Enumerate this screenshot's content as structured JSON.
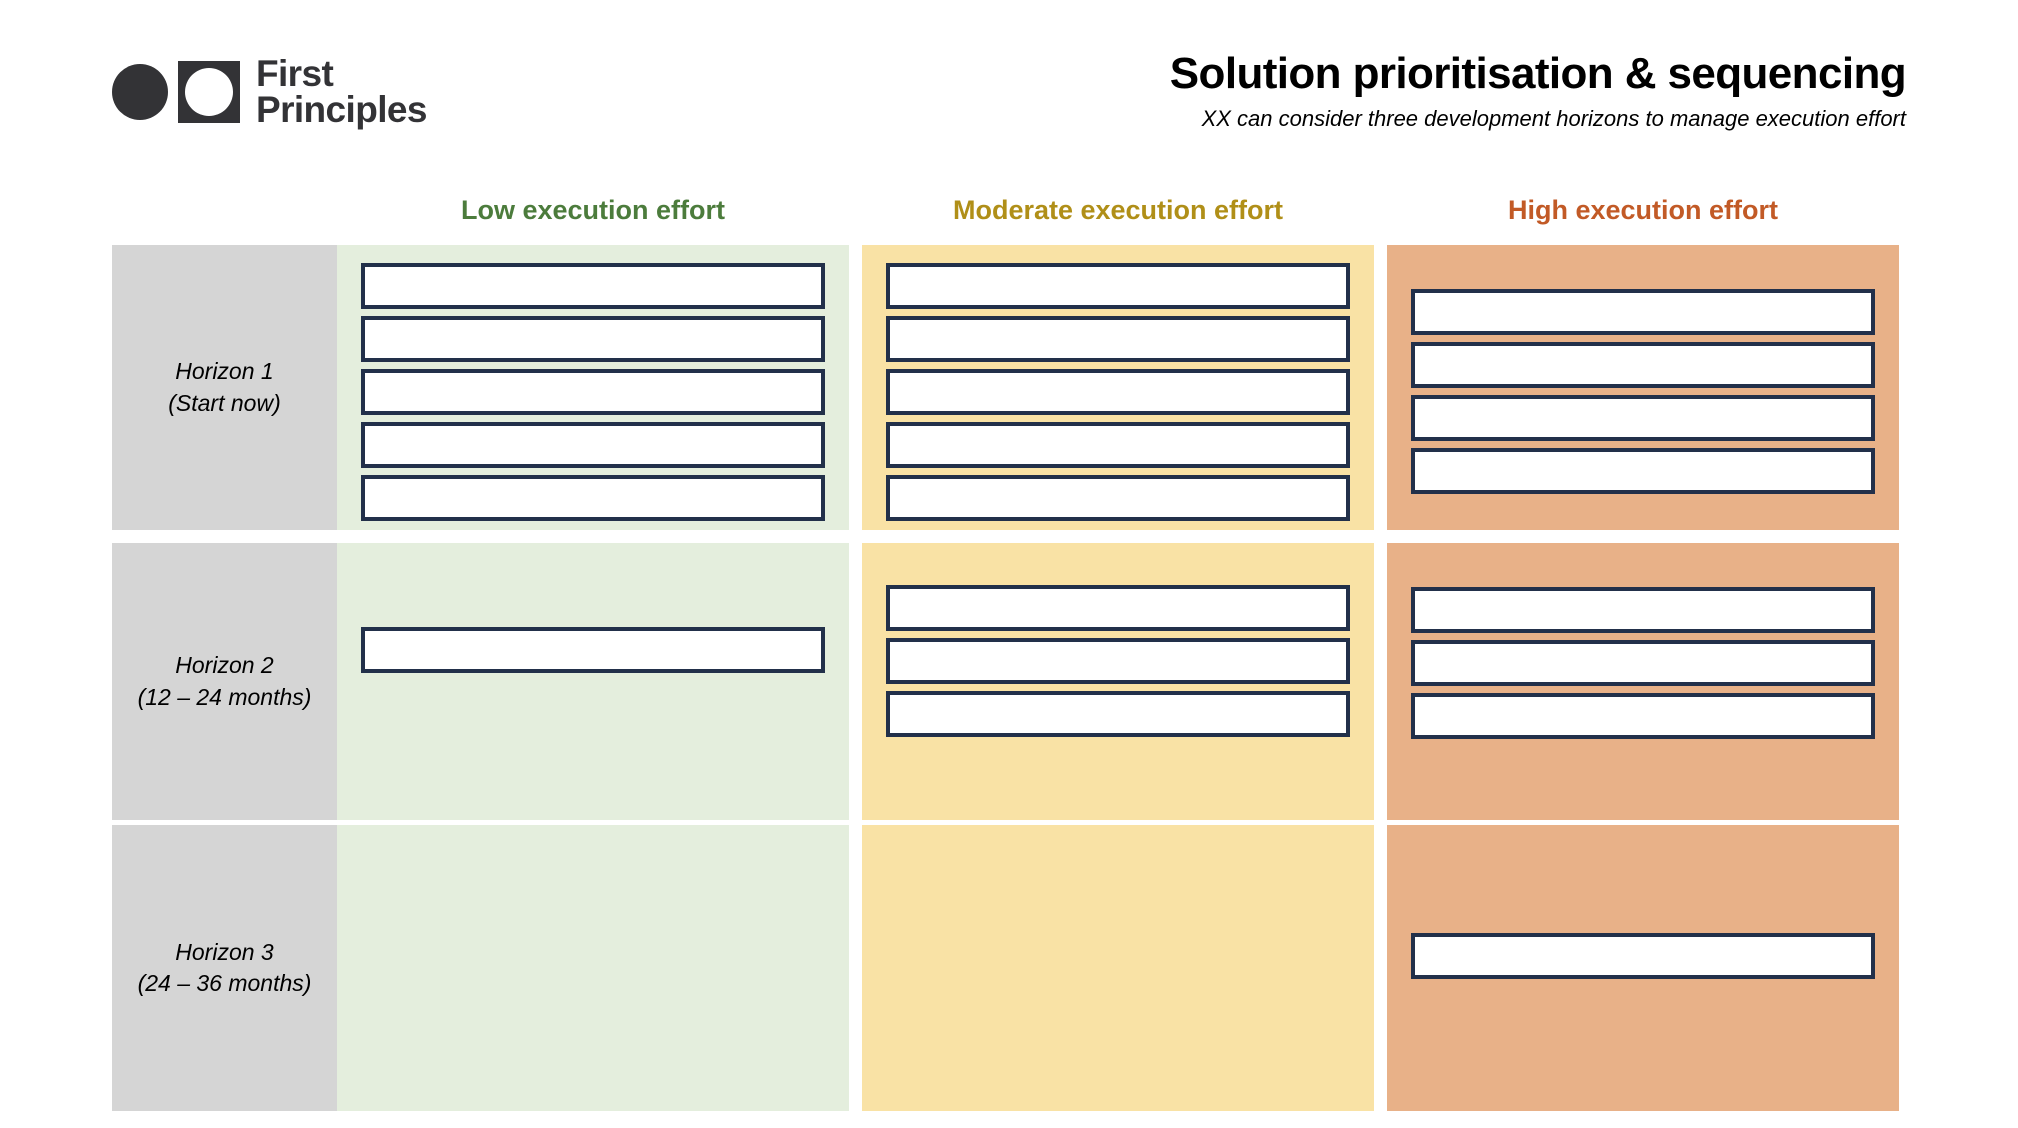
{
  "brand": {
    "name_line1": "First",
    "name_line2": "Principles",
    "mark_left": "filled-circle",
    "mark_right": "square-with-circle"
  },
  "header": {
    "title": "Solution prioritisation & sequencing",
    "subtitle": "XX can consider three development horizons to manage execution effort"
  },
  "colors": {
    "low": "#4c7c3c",
    "moderate": "#b08f18",
    "high": "#c25a26",
    "low_bg": "#e4eedd",
    "moderate_bg": "#f9e2a5",
    "high_bg": "#e8b188",
    "label_bg": "#d5d5d5",
    "card_border": "#22304a",
    "card_fill": "#ffffff",
    "brand_dark": "#333336"
  },
  "columns": [
    {
      "id": "low",
      "label": "Low execution effort",
      "color": "#4c7c3c",
      "bg": "#e4eedd"
    },
    {
      "id": "moderate",
      "label": "Moderate execution effort",
      "color": "#b08f18",
      "bg": "#f9e2a5"
    },
    {
      "id": "high",
      "label": "High execution effort",
      "color": "#c25a26",
      "bg": "#e8b188"
    }
  ],
  "rows": [
    {
      "id": "horizon-1",
      "label_line1": "Horizon 1",
      "label_line2": "(Start now)",
      "cells": [
        {
          "column": "low",
          "card_count": 5,
          "cards": [
            "",
            "",
            "",
            "",
            ""
          ]
        },
        {
          "column": "moderate",
          "card_count": 5,
          "cards": [
            "",
            "",
            "",
            "",
            ""
          ]
        },
        {
          "column": "high",
          "card_count": 4,
          "cards": [
            "",
            "",
            "",
            ""
          ]
        }
      ]
    },
    {
      "id": "horizon-2",
      "label_line1": "Horizon 2",
      "label_line2": "(12 – 24 months)",
      "cells": [
        {
          "column": "low",
          "card_count": 1,
          "cards": [
            ""
          ]
        },
        {
          "column": "moderate",
          "card_count": 3,
          "cards": [
            "",
            "",
            ""
          ]
        },
        {
          "column": "high",
          "card_count": 3,
          "cards": [
            "",
            "",
            ""
          ]
        }
      ]
    },
    {
      "id": "horizon-3",
      "label_line1": "Horizon 3",
      "label_line2": "(24 – 36 months)",
      "cells": [
        {
          "column": "low",
          "card_count": 0,
          "cards": []
        },
        {
          "column": "moderate",
          "card_count": 0,
          "cards": []
        },
        {
          "column": "high",
          "card_count": 1,
          "cards": [
            ""
          ]
        }
      ]
    }
  ]
}
